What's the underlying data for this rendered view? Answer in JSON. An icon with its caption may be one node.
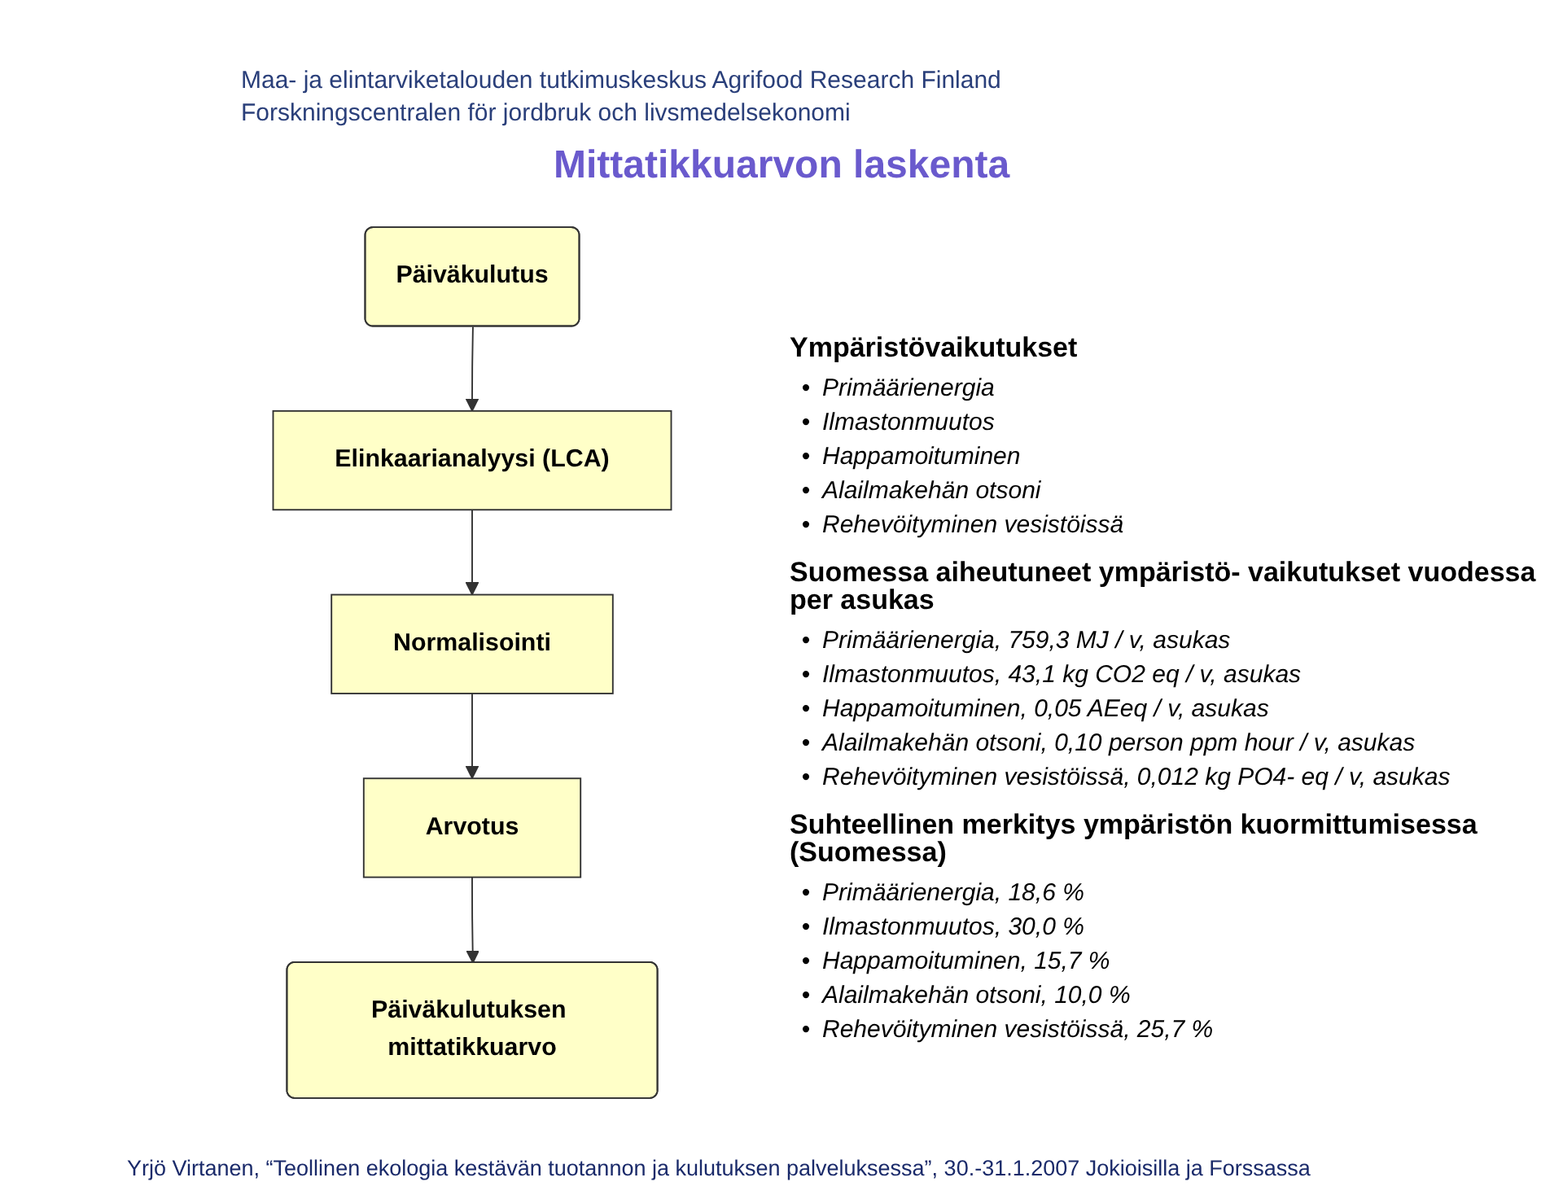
{
  "diagram": {
    "title": "Mittatikkuarvon laskenta",
    "nodes": [
      {
        "text": [
          "Päiväkulutus"
        ]
      },
      {
        "text": [
          "Elinkaarianalyysi (LCA)"
        ]
      },
      {
        "text": [
          "Normalisointi"
        ]
      },
      {
        "text": [
          "Arvotus"
        ]
      },
      {
        "text": [
          "Päiväkulutuksen mittatikkuarvo"
        ]
      }
    ],
    "edges": [
      {
        "from": 0,
        "to": 1,
        "arrow": "to"
      },
      {
        "from": 1,
        "to": 2,
        "arrow": "to"
      },
      {
        "from": 2,
        "to": 3,
        "arrow": "to"
      },
      {
        "from": 3,
        "to": 4,
        "arrow": "to"
      }
    ],
    "labels": [
      "Maa- ja elintarviketalouden tutkimuskeskus Agrifood Research Finland",
      "Forskningscentralen för jordbruk och livsmedelsekonomi",
      "Ympäristövaikutukset",
      "•",
      "Primäärienergia",
      "•",
      "Ilmastonmuutos",
      "•",
      "Happamoituminen",
      "•",
      "Alailmakehän otsoni",
      "•",
      "Rehevöityminen vesistöissä",
      "Suomessa aiheutuneet ympäristö- vaikutukset vuodessa per asukas",
      "•",
      "Primäärienergia, 759,3 MJ / v, asukas",
      "•",
      "Ilmastonmuutos, 43,1 kg CO2 eq / v, asukas",
      "•",
      "Happamoituminen, 0,05 AEeq / v, asukas",
      "•",
      "Alailmakehän otsoni, 0,10 person ppm hour / v, asukas",
      "•",
      "Rehevöityminen vesistöissä, 0,012 kg PO4- eq / v, asukas",
      "Suhteellinen merkitys ympäristön kuormittumisessa (Suomessa)",
      "•",
      "Primäärienergia, 18,6 %",
      "•",
      "Ilmastonmuutos, 30,0 %",
      "•",
      "Happamoituminen, 15,7 %",
      "•",
      "Alailmakehän otsoni, 10,0 %",
      "•",
      "Rehevöityminen vesistöissä, 25,7 %",
      "Yrjö Virtanen, “Teollinen ekologia kestävän tuotannon ja kulutuksen palveluksessa”, 30.-31.1.2007 Jokioisilla ja Forssassa"
    ]
  }
}
